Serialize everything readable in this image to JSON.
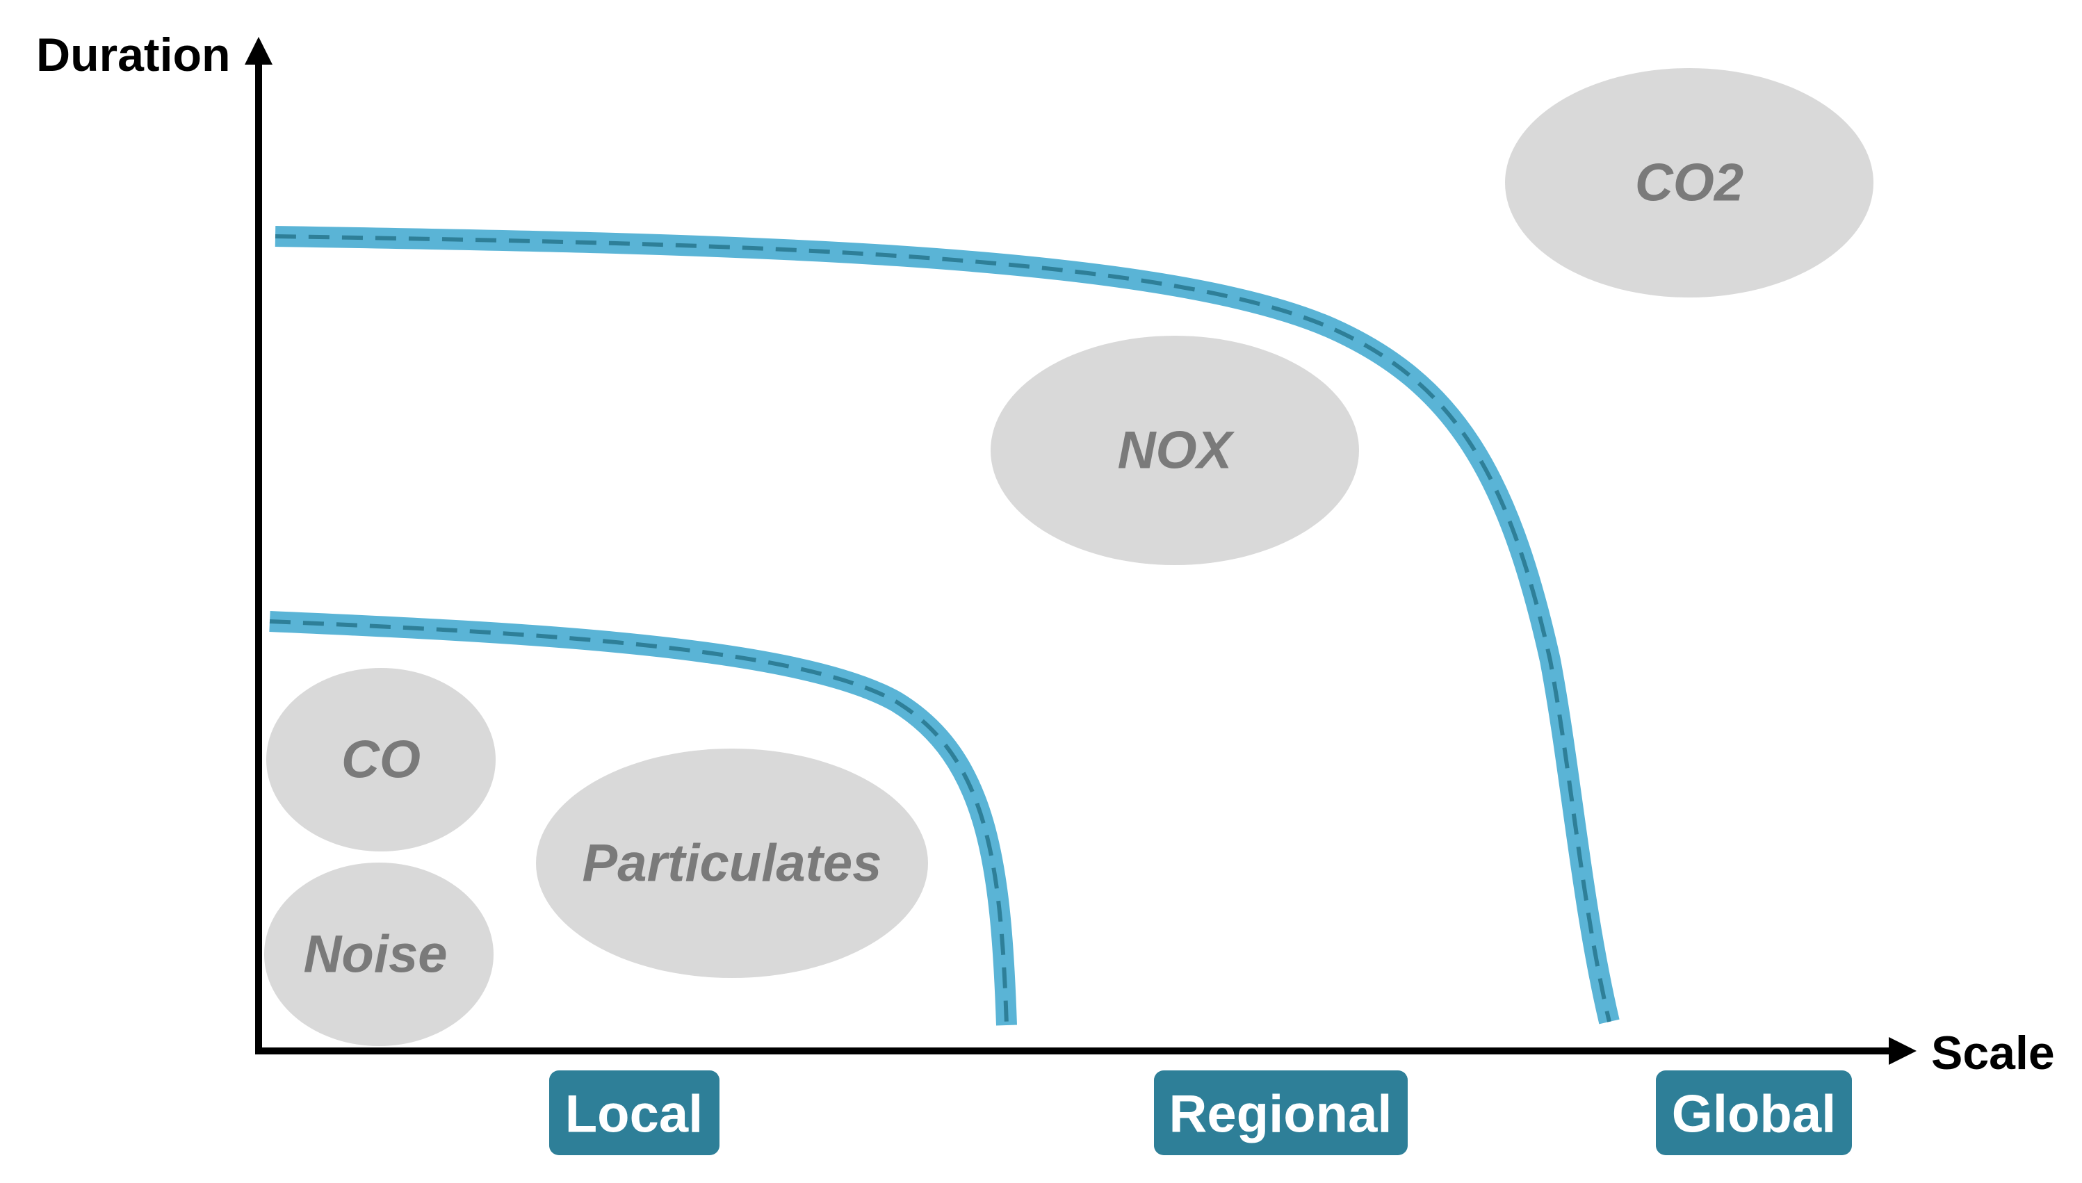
{
  "axes": {
    "y_label": "Duration",
    "x_label": "Scale"
  },
  "pollutants": [
    {
      "id": "co2",
      "label": "CO2"
    },
    {
      "id": "nox",
      "label": "NOX"
    },
    {
      "id": "co",
      "label": "CO"
    },
    {
      "id": "particulates",
      "label": "Particulates"
    },
    {
      "id": "noise",
      "label": "Noise"
    }
  ],
  "scale_badges": [
    {
      "id": "local",
      "label": "Local"
    },
    {
      "id": "regional",
      "label": "Regional"
    },
    {
      "id": "global",
      "label": "Global"
    }
  ],
  "colors": {
    "boundary_band": "#5ab4d6",
    "boundary_dash": "#2e7f98",
    "blob_fill": "#d9d9d9",
    "blob_text": "#7a7a7a",
    "badge_fill": "#2e7f98",
    "axis": "#000000"
  }
}
